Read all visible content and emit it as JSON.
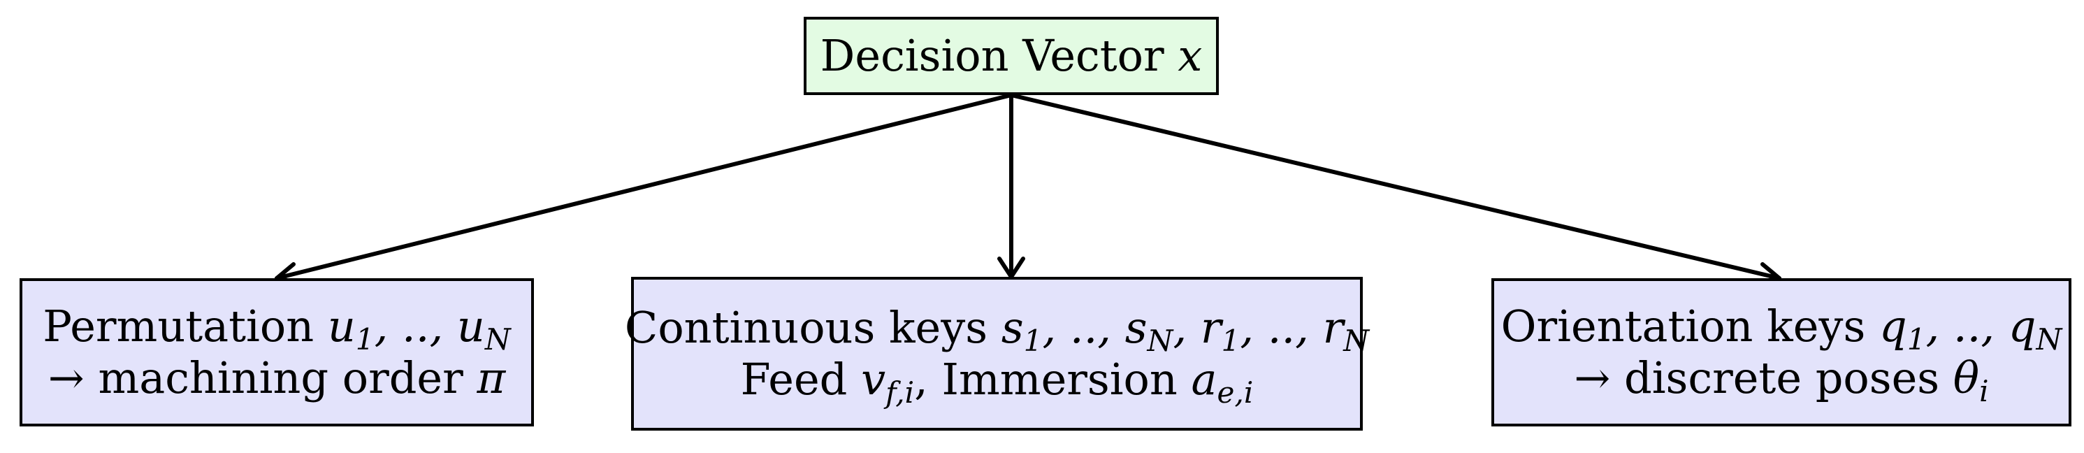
{
  "root": {
    "label": "Decision Vector",
    "var": "x"
  },
  "children": [
    {
      "line1_text": "Permutation ",
      "line1_math": "u₁, .., u_N",
      "line2_text": "→ machining order ",
      "line2_math": "π"
    },
    {
      "line1_text": "Continuous keys ",
      "line1_math": "s₁, .., s_N, r₁, .., r_N",
      "line2_text_a": "Feed ",
      "line2_math_a": "v_{f,i}",
      "line2_text_b": ", Immersion ",
      "line2_math_b": "a_{e,i}"
    },
    {
      "line1_text": "Orientation keys ",
      "line1_math": "q₁, .., q_N",
      "line2_text": "→ discrete poses ",
      "line2_math": "θ_i"
    }
  ],
  "colors": {
    "root_fill": "#e3fbe3",
    "child_fill": "#e3e3fb",
    "stroke": "#000000"
  }
}
